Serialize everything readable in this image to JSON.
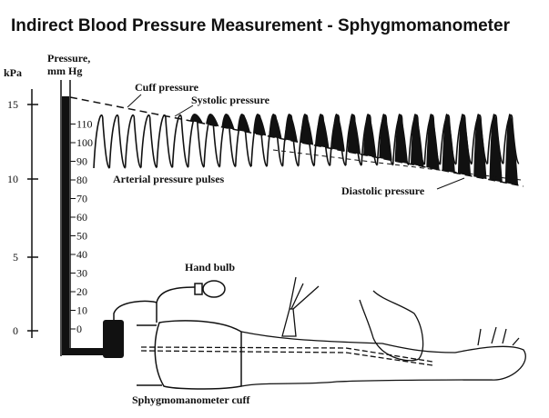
{
  "title": "Indirect Blood Pressure Measurement - Sphygmomanometer",
  "axes": {
    "kpa_label": "kPa",
    "mmhg_label_line1": "Pressure,",
    "mmhg_label_line2": "mm Hg",
    "kpa_ticks": [
      "15",
      "10",
      "5",
      "0"
    ],
    "mmhg_ticks": [
      "110",
      "100",
      "90",
      "80",
      "70",
      "60",
      "50",
      "40",
      "30",
      "20",
      "10",
      "0"
    ]
  },
  "labels": {
    "cuff_pressure": "Cuff pressure",
    "systolic_pressure": "Systolic pressure",
    "arterial_pulses": "Arterial pressure pulses",
    "diastolic_pressure": "Diastolic pressure",
    "hand_bulb": "Hand bulb",
    "cuff": "Sphygmomanometer cuff"
  },
  "pulse_count": 27
}
